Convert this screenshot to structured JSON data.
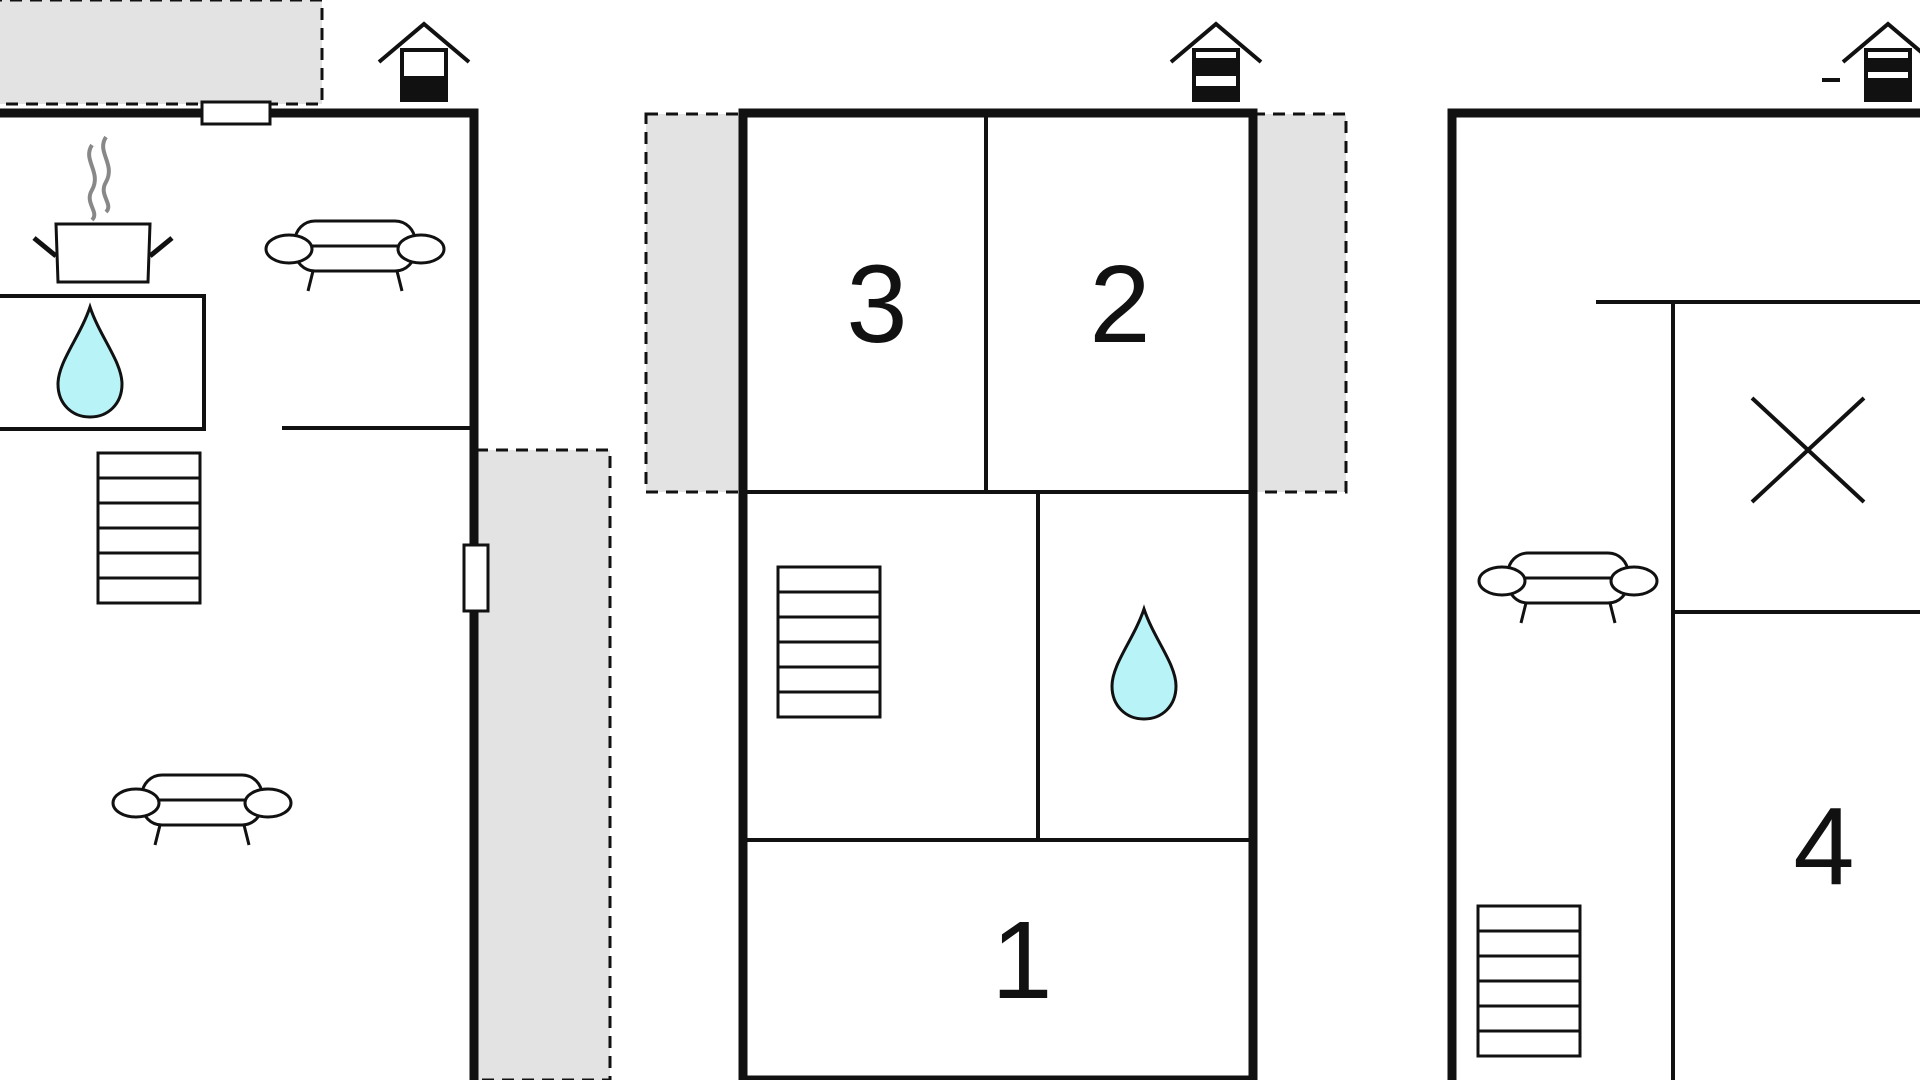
{
  "floor_plan": {
    "colors": {
      "wall": "#111111",
      "outdoor_area": "#e3e3e3",
      "water_drop": "#b8f3f8",
      "steam": "#888888",
      "background": "#ffffff"
    },
    "floors": [
      {
        "id": "ground-floor",
        "level_icon": "house-level-icon-ground",
        "rooms": [],
        "symbols": [
          "kitchen-pot-icon",
          "sofa-icon",
          "water-drop-icon",
          "stairs-icon",
          "sofa-icon",
          "door-icon",
          "door-icon",
          "terrace-area"
        ]
      },
      {
        "id": "first-floor",
        "level_icon": "house-level-icon-middle",
        "rooms": [
          {
            "number": "3"
          },
          {
            "number": "2"
          },
          {
            "number": "1"
          }
        ],
        "symbols": [
          "stairs-icon",
          "water-drop-icon",
          "balcony-area",
          "balcony-area"
        ]
      },
      {
        "id": "second-floor",
        "level_icon": "house-level-icon-top",
        "rooms": [
          {
            "number": "4"
          }
        ],
        "symbols": [
          "sofa-icon",
          "void-cross-icon",
          "stairs-icon"
        ]
      }
    ]
  }
}
